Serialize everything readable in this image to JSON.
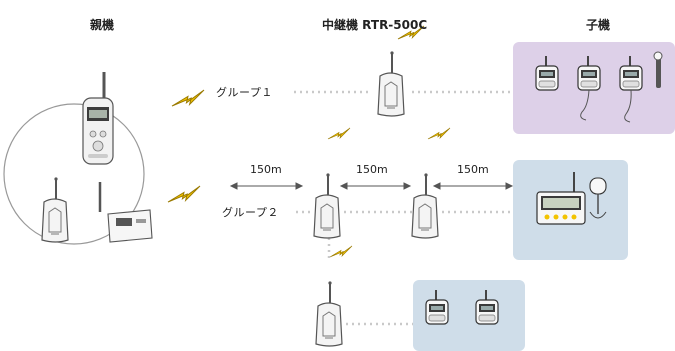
{
  "headers": {
    "parent": "親機",
    "repeater": "中継機 RTR-500C",
    "child": "子機"
  },
  "groups": {
    "group1": "グループ１",
    "group2": "グループ２"
  },
  "distances": {
    "segment1": "150m",
    "segment2": "150m",
    "segment3": "150m"
  },
  "colors": {
    "panel_purple": "#ddd0e8",
    "panel_blue": "#cfdde9",
    "wireless": "#f2c300",
    "dotted_line": "#c9c9c9",
    "device_outline": "#555555"
  }
}
